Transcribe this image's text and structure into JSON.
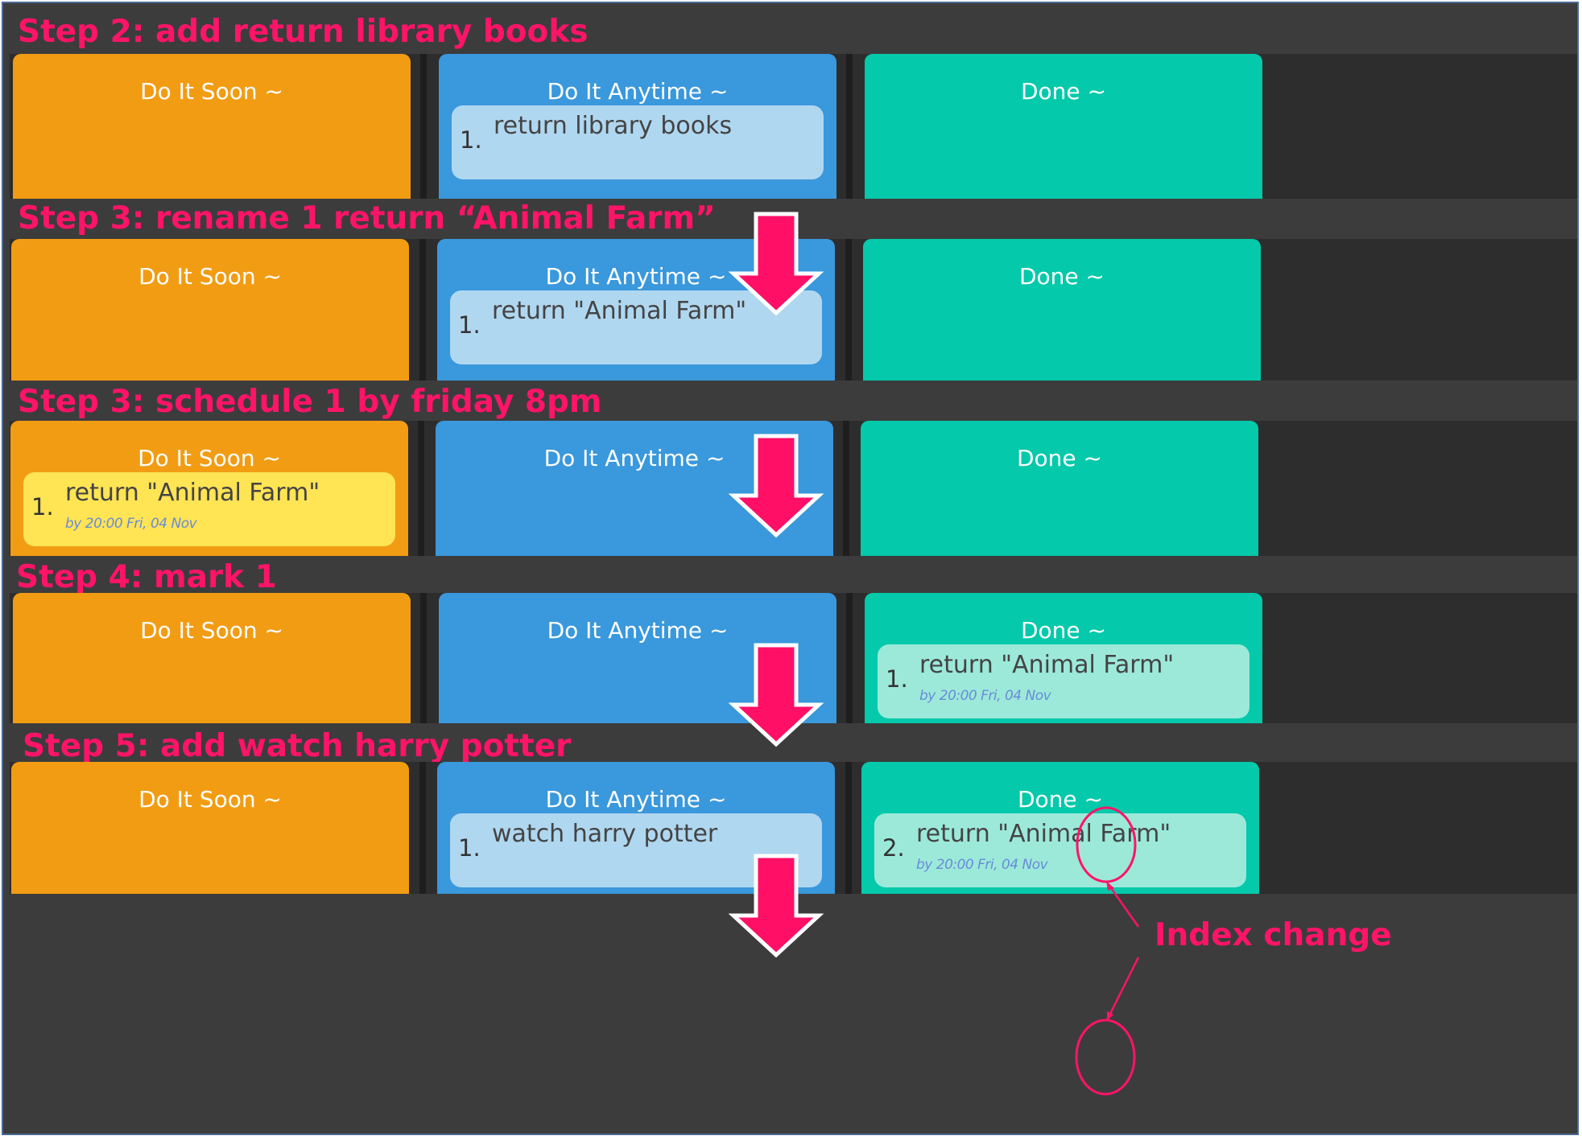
{
  "colors": {
    "accent": "#ff1468",
    "soon": "#f29c13",
    "anytime": "#3a98dc",
    "done": "#04c9aa",
    "card_blue": "#b0d7f0",
    "card_yellow": "#ffe454",
    "card_teal": "#9ce9da"
  },
  "columns": {
    "soon": "Do It Soon ~",
    "anytime": "Do It Anytime ~",
    "done": "Done ~"
  },
  "steps": [
    {
      "title": "Step 2: add return library books",
      "anytime_task": {
        "index": "1.",
        "text": "return library books"
      }
    },
    {
      "title": "Step 3: rename 1 return “Animal Farm”",
      "anytime_task": {
        "index": "1.",
        "text": "return \"Animal Farm\""
      }
    },
    {
      "title": "Step 3: schedule 1 by friday 8pm",
      "soon_task": {
        "index": "1.",
        "text": "return \"Animal Farm\"",
        "due": "by 20:00 Fri, 04 Nov"
      }
    },
    {
      "title": "Step 4: mark 1",
      "done_task": {
        "index": "1.",
        "text": "return \"Animal Farm\"",
        "due": "by 20:00 Fri, 04 Nov"
      }
    },
    {
      "title": "Step 5: add watch harry potter",
      "anytime_task": {
        "index": "1.",
        "text": "watch harry potter"
      },
      "done_task": {
        "index": "2.",
        "text": "return \"Animal Farm\"",
        "due": "by 20:00 Fri, 04 Nov"
      }
    }
  ],
  "annotation": {
    "label": "Index change"
  },
  "icons": [
    "down-arrow-icon",
    "highlight-circle-icon",
    "pointer-line-icon"
  ]
}
